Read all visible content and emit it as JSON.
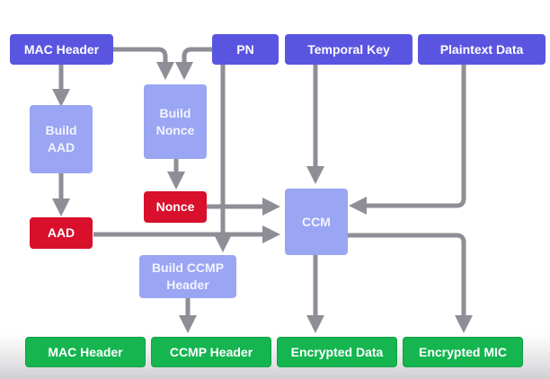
{
  "title": "CCMP encapsulation flow",
  "colors": {
    "input": "#5a55e0",
    "process": "#9aa5f3",
    "intermediate": "#d8102c",
    "output": "#15b550",
    "arrow": "#8e8e96"
  },
  "inputs": {
    "mac_header": "MAC Header",
    "pn": "PN",
    "temporal_key": "Temporal Key",
    "plaintext_data": "Plaintext Data"
  },
  "processes": {
    "build_aad": "Build\nAAD",
    "build_nonce": "Build\nNonce",
    "build_ccmp_header": "Build CCMP\nHeader",
    "ccm": "CCM"
  },
  "intermediates": {
    "aad": "AAD",
    "nonce": "Nonce"
  },
  "outputs": {
    "mac_header": "MAC Header",
    "ccmp_header": "CCMP Header",
    "encrypted_data": "Encrypted Data",
    "encrypted_mic": "Encrypted MIC"
  },
  "edges": [
    {
      "from": "MAC Header",
      "to": "Build AAD"
    },
    {
      "from": "MAC Header",
      "to": "Build Nonce"
    },
    {
      "from": "PN",
      "to": "Build Nonce"
    },
    {
      "from": "PN",
      "to": "Build CCMP Header"
    },
    {
      "from": "Build AAD",
      "to": "AAD"
    },
    {
      "from": "Build Nonce",
      "to": "Nonce"
    },
    {
      "from": "Temporal Key",
      "to": "CCM"
    },
    {
      "from": "Plaintext Data",
      "to": "CCM"
    },
    {
      "from": "Nonce",
      "to": "CCM"
    },
    {
      "from": "AAD",
      "to": "CCM"
    },
    {
      "from": "Build CCMP Header",
      "to": "CCMP Header"
    },
    {
      "from": "CCM",
      "to": "Encrypted Data"
    },
    {
      "from": "CCM",
      "to": "Encrypted MIC"
    }
  ]
}
